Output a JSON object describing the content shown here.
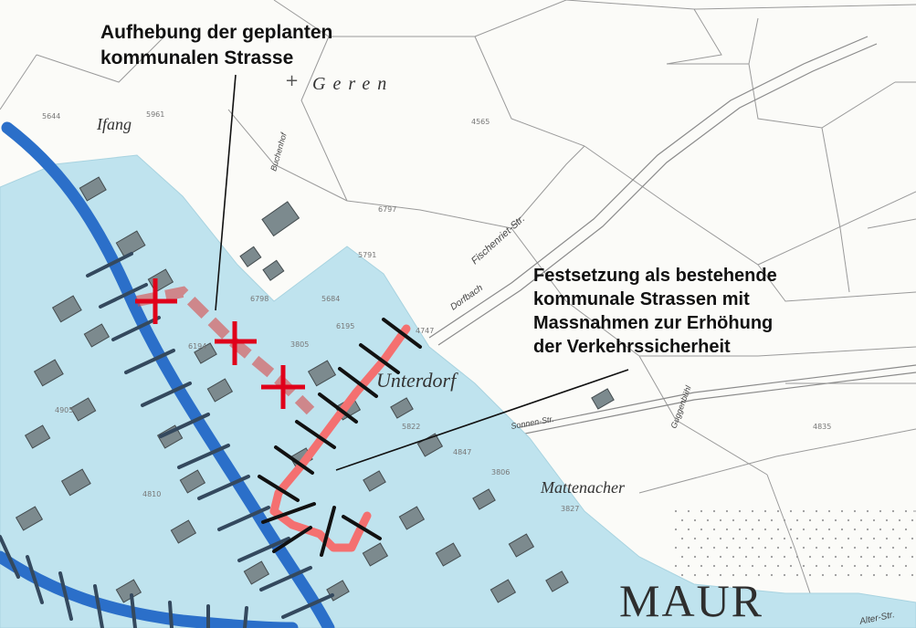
{
  "annotations": {
    "upper_line1": "Aufhebung der geplanten",
    "upper_line2": "kommunalen Strasse",
    "lower_line1": "Festsetzung als bestehende",
    "lower_line2": "kommunale Strassen mit",
    "lower_line3": "Massnahmen zur Erhöhung",
    "lower_line4": "der Verkehrssicherheit"
  },
  "places": {
    "geren": "Geren",
    "ifang": "Ifang",
    "unterdorf": "Unterdorf",
    "mattenacher": "Mattenacher",
    "town": "MAUR"
  },
  "streets": {
    "buchenhof": "Buchenhof",
    "fischenrietstr": "Fischenriet-Str.",
    "dorfbach": "Dorfbach",
    "sonnenstr": "Sonnen-Str.",
    "guggenbuehl": "Guggenbühl",
    "alterstr": "Alter-Str."
  },
  "parcels": [
    "5644",
    "5961",
    "4565",
    "6797",
    "5791",
    "6798",
    "5684",
    "4747",
    "6194",
    "3805",
    "6195",
    "4905",
    "4810",
    "4847",
    "3806",
    "5822",
    "3827",
    "4835"
  ],
  "colors": {
    "zone_fill": "#bfe3ee",
    "main_road": "#2b6fc9",
    "main_road_ticks": "#34495e",
    "existing_road": "#f47070",
    "removed_road": "#d94a4a",
    "removal_cross": "#e0001a",
    "hatch": "#111111",
    "building_fill": "#7c8a8e"
  },
  "legend": {
    "removal_marker": "cross",
    "measures_marker": "hatch-bars"
  }
}
